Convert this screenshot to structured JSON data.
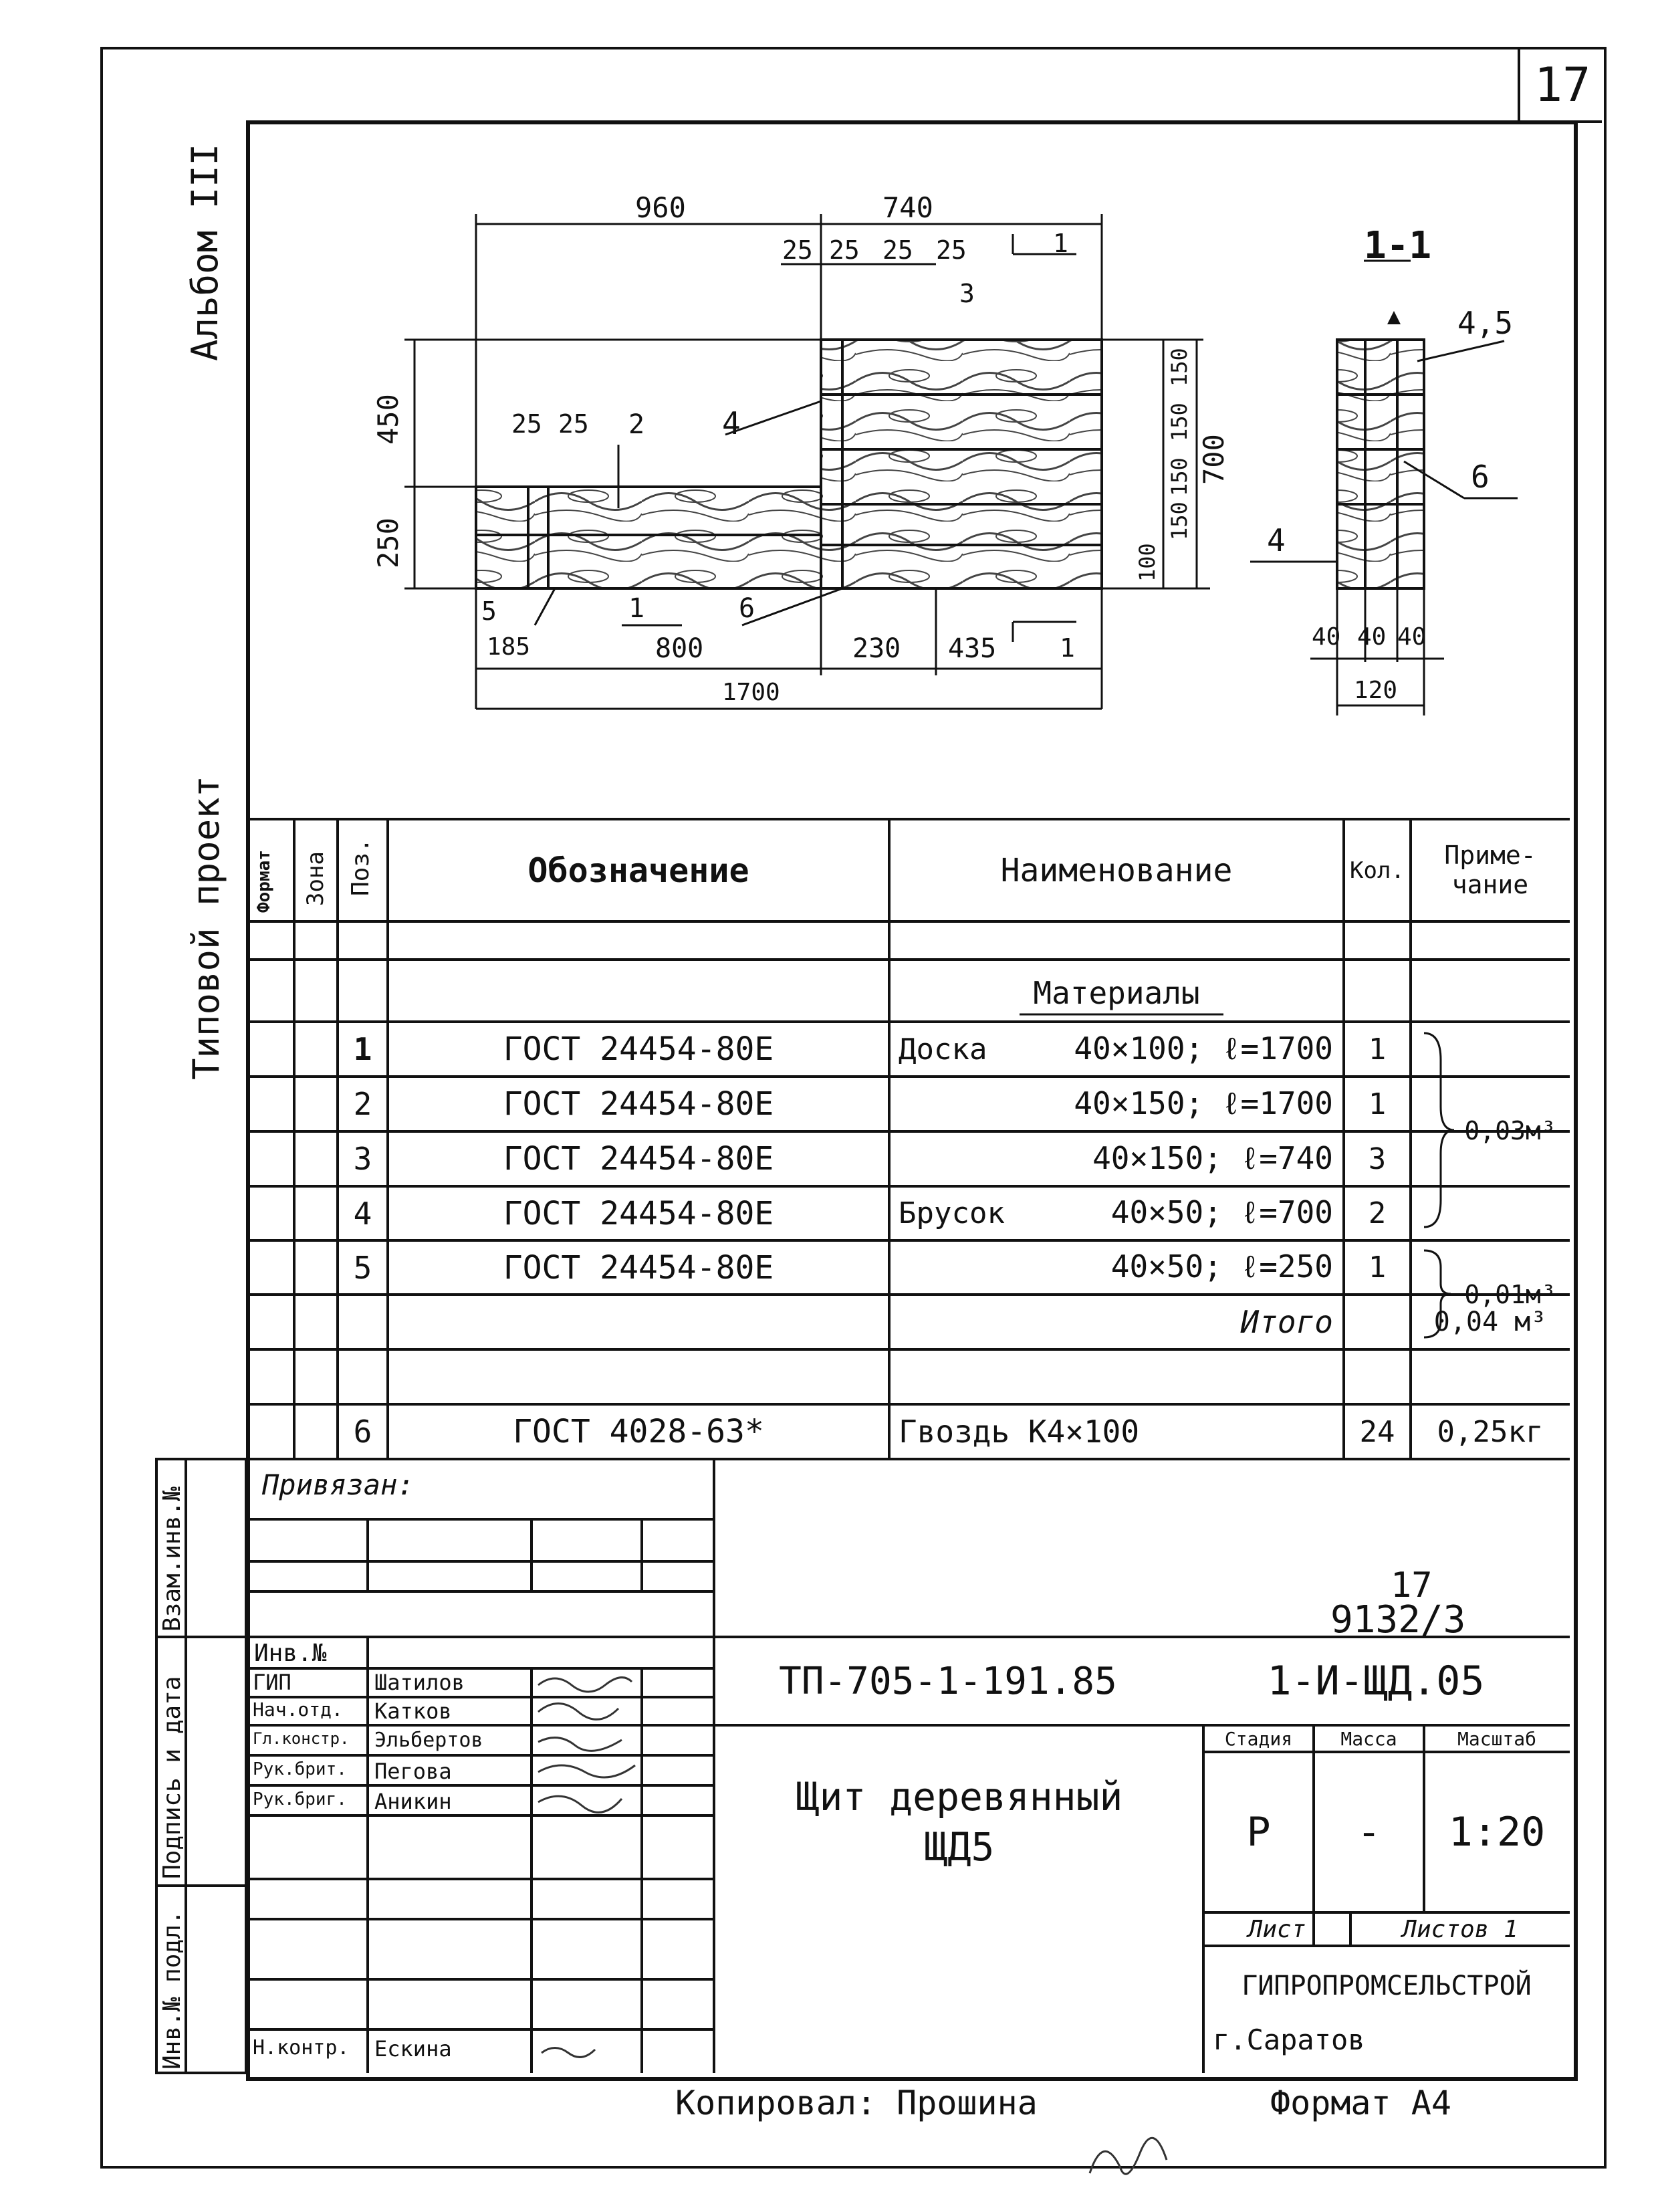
{
  "sheet_number": "17",
  "side_labels": {
    "album": "Альбом III",
    "project": "Типовой проект"
  },
  "drawing": {
    "section_mark": "1-1",
    "dims_top": [
      "960",
      "740",
      "25",
      "25",
      "25",
      "25"
    ],
    "dims_left": [
      "450",
      "250"
    ],
    "dims_right": [
      "150",
      "150",
      "150",
      "150",
      "100",
      "700"
    ],
    "dims_bottom": [
      "185",
      "800",
      "230",
      "435",
      "1700"
    ],
    "section_dims": [
      "40",
      "40",
      "40",
      "120"
    ],
    "pos_marks": [
      "1",
      "2",
      "3",
      "4",
      "5",
      "6",
      "4,5",
      "1",
      "1"
    ],
    "small_dims": [
      "25",
      "25"
    ]
  },
  "spec": {
    "headers": {
      "format": "Формат",
      "zone": "Зона",
      "pos": "Поз.",
      "designation": "Обозначение",
      "name": "Наименование",
      "qty": "Кол.",
      "note": "Приме-чание"
    },
    "materials_title": "Материалы",
    "rows": [
      {
        "pos": "1",
        "designation": "ГОСТ 24454-80Е",
        "item": "Доска",
        "size": "40×100; ℓ=1700",
        "qty": "1"
      },
      {
        "pos": "2",
        "designation": "ГОСТ 24454-80Е",
        "item": "",
        "size": "40×150; ℓ=1700",
        "qty": "1"
      },
      {
        "pos": "3",
        "designation": "ГОСТ 24454-80Е",
        "item": "",
        "size": "40×150; ℓ=740",
        "qty": "3"
      },
      {
        "pos": "4",
        "designation": "ГОСТ 24454-80Е",
        "item": "Брусок",
        "size": "40×50; ℓ=700",
        "qty": "2"
      },
      {
        "pos": "5",
        "designation": "ГОСТ 24454-80Е",
        "item": "",
        "size": "40×50; ℓ=250",
        "qty": "1"
      }
    ],
    "note_group_1": "0,03м³",
    "note_group_2": "0,01м³",
    "total_label": "Итого",
    "total_value": "0,04 м³",
    "nail_row": {
      "pos": "6",
      "designation": "ГОСТ 4028-63*",
      "item": "Гвоздь К4×100",
      "qty": "24",
      "note": "0,25кг"
    }
  },
  "title_block": {
    "bound_label": "Привязан:",
    "inv_label": "Инв.№",
    "sheet_code_top": "17",
    "sheet_code_bottom": "9132/3",
    "roles": [
      {
        "role": "ГИП",
        "name": "Шатилов"
      },
      {
        "role": "Нач.отд.",
        "name": "Катков"
      },
      {
        "role": "Гл.констр.",
        "name": "Эльбертов"
      },
      {
        "role": "Рук.брит.",
        "name": "Пегова"
      },
      {
        "role": "Рук.бриг.",
        "name": "Аникин"
      }
    ],
    "norm_control": {
      "role": "Н.контр.",
      "name": "Ескина"
    },
    "project_code": "ТП-705-1-191.85",
    "doc_code": "1-И-ЩД.05",
    "object_name": "Щит деревянный ЩД5",
    "stage_label": "Стадия",
    "mass_label": "Масса",
    "scale_label": "Масштаб",
    "stage": "Р",
    "mass": "-",
    "scale": "1:20",
    "sheet_label": "Лист",
    "sheets_label": "Листов 1",
    "org": "ГИПРОПРОМСЕЛЬСТРОЙ",
    "city": "г.Саратов",
    "side_stamps": [
      "Взам.инв.№",
      "Подпись и дата",
      "Инв.№ подл."
    ]
  },
  "footer": {
    "copied": "Копировал: Прошина",
    "format": "Формат А4"
  }
}
